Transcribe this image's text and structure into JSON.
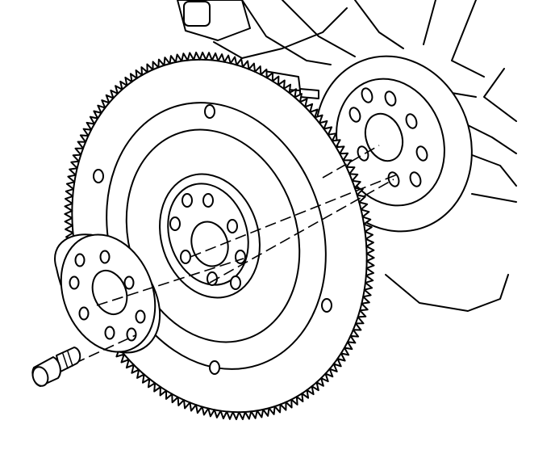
{
  "diagram": {
    "type": "exploded-assembly",
    "parts": [
      "engine-block",
      "crankshaft-flange",
      "flywheel",
      "spacer-plate",
      "flywheel-bolt"
    ],
    "line_color": "#000000",
    "background": "#ffffff"
  }
}
